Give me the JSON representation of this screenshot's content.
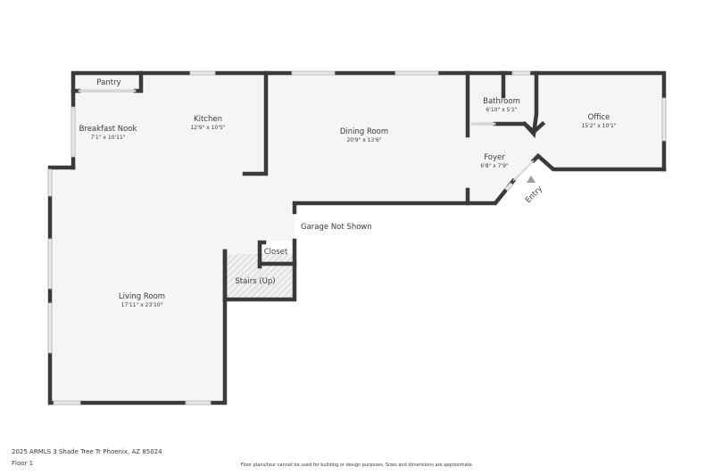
{
  "rooms": {
    "pantry": {
      "name": "Pantry"
    },
    "breakfast_nook": {
      "name": "Breakfast Nook",
      "dims": "7'1\" x 10'11\""
    },
    "kitchen": {
      "name": "Kitchen",
      "dims": "12'9\" x 10'5\""
    },
    "dining_room": {
      "name": "Dining Room",
      "dims": "20'9\" x 13'6\""
    },
    "bathroom": {
      "name": "Bathroom",
      "dims": "6'10\" x 5'1\""
    },
    "office": {
      "name": "Office",
      "dims": "15'2\" x 10'1\""
    },
    "foyer": {
      "name": "Foyer",
      "dims": "6'8\" x 7'9\""
    },
    "closet": {
      "name": "Closet"
    },
    "stairs": {
      "name": "Stairs (Up)"
    },
    "living_room": {
      "name": "Living Room",
      "dims": "17'11\" x 23'10\""
    }
  },
  "labels": {
    "entry": "Entry",
    "garage": "Garage Not Shown"
  },
  "footer": {
    "address": "2025 ARMLS 3 Shade Tree Tr Phoenix, AZ 85024",
    "floor": "Floor 1",
    "disclaimer": "Floor plans/tour cannot be used for building or design purposes. Sizes and dimensions are approximate."
  },
  "colors": {
    "wall": "#3a3a3a",
    "floor": "#f5f5f5",
    "background": "#ffffff"
  }
}
